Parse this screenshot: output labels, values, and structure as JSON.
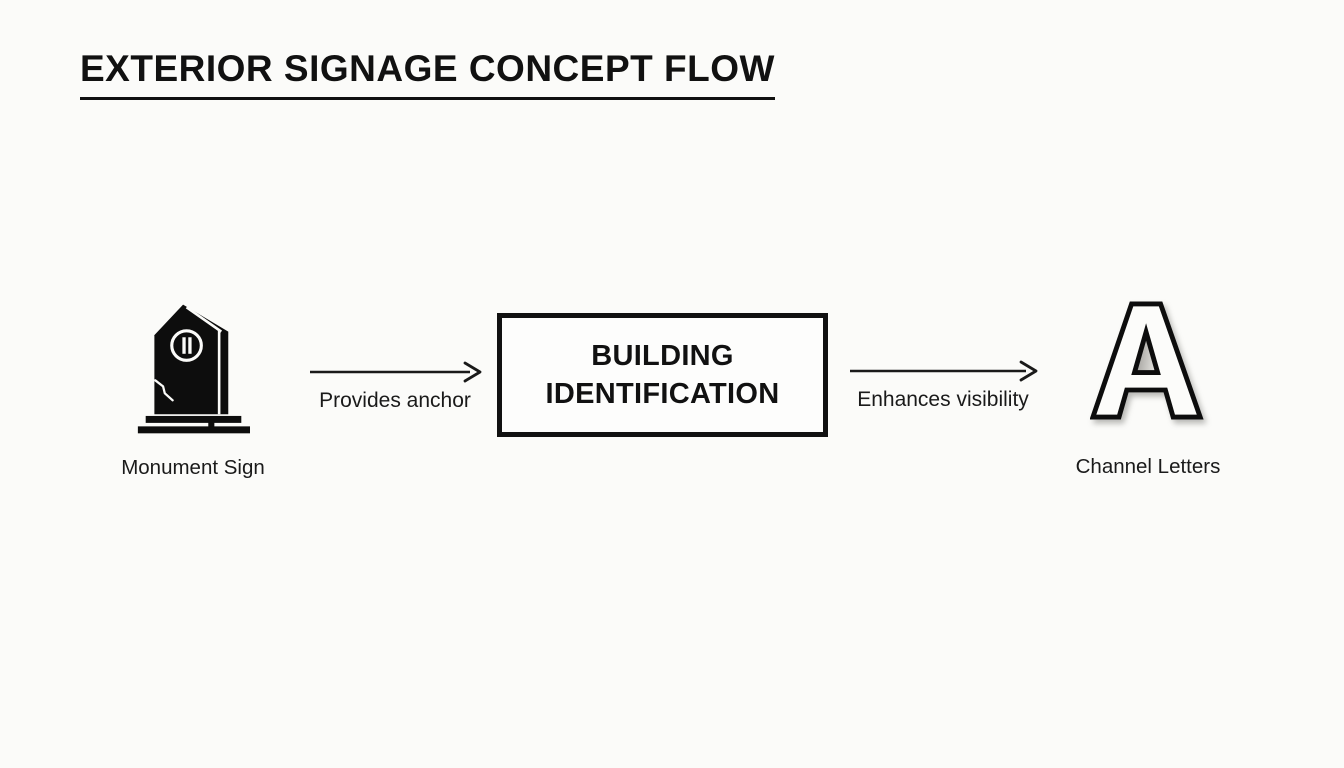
{
  "title": "EXTERIOR SIGNAGE CONCEPT FLOW",
  "nodes": {
    "monument": {
      "label": "Monument Sign",
      "icon": "monument-sign-icon"
    },
    "center": {
      "label": "BUILDING IDENTIFICATION"
    },
    "channel": {
      "label": "Channel Letters",
      "icon": "channel-letter-a-icon",
      "letter": "A"
    }
  },
  "arrows": [
    {
      "label": "Provides anchor"
    },
    {
      "label": "Enhances visibility"
    }
  ],
  "colors": {
    "ink": "#111111",
    "background": "#fbfbf9",
    "counter_shadow_dark": "#8f8d89",
    "counter_shadow_light": "#e2e1dd"
  }
}
